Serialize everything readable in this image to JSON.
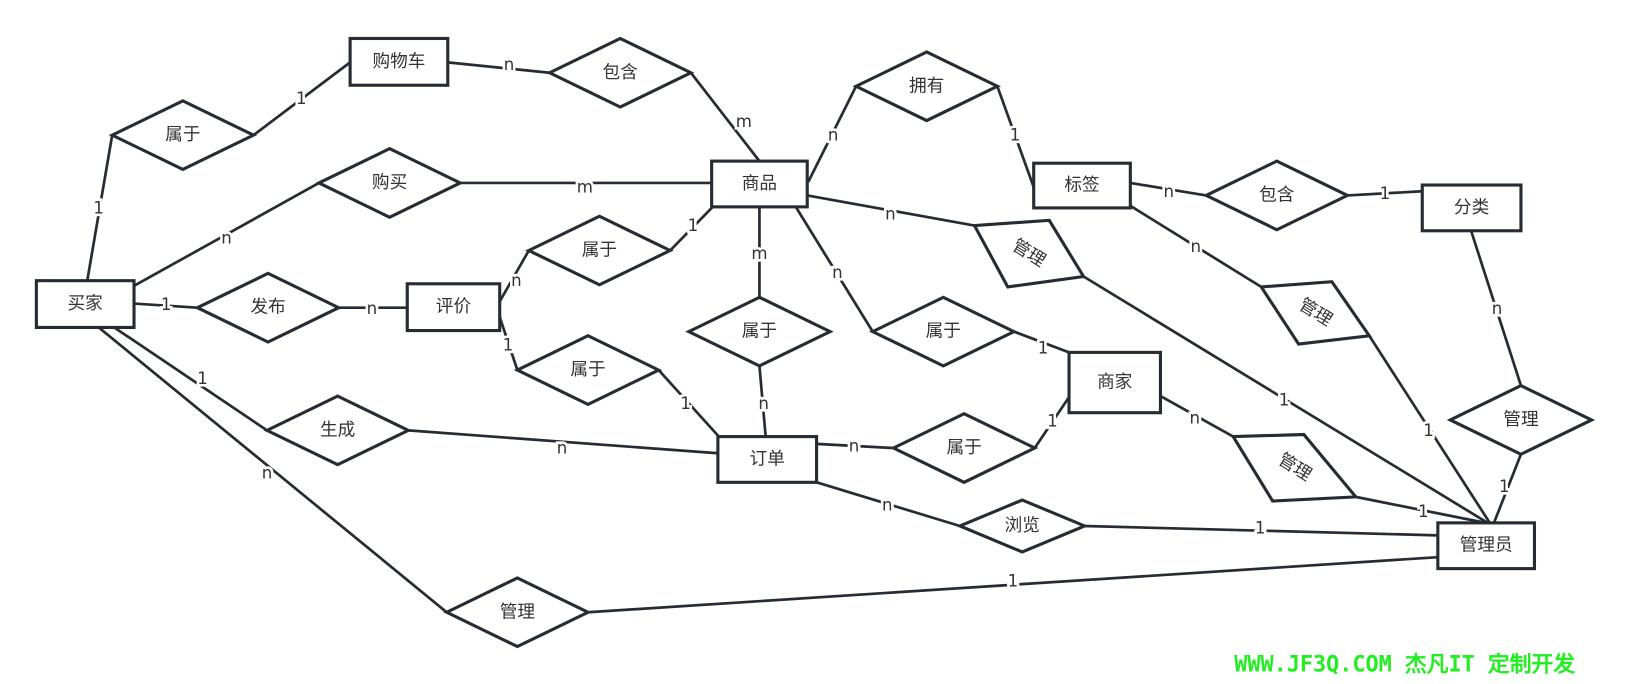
{
  "diagram": {
    "type": "er-diagram",
    "entities": [
      "购物车",
      "商品",
      "买家",
      "评价",
      "标签",
      "分类",
      "商家",
      "订单",
      "管理员"
    ],
    "relationships": [
      "属于",
      "包含",
      "购买",
      "发布",
      "属于",
      "属于",
      "生成",
      "管理",
      "属于",
      "拥有",
      "属于",
      "属于",
      "浏览",
      "包含",
      "管理",
      "管理",
      "管理",
      "管理"
    ],
    "cardinalities": [
      "1",
      "1",
      "n",
      "m",
      "n",
      "m",
      "1",
      "n",
      "n",
      "1",
      "1",
      "1",
      "m",
      "n",
      "1",
      "n",
      "n",
      "1",
      "n",
      "1",
      "n",
      "1",
      "n",
      "1",
      "n",
      "1",
      "n",
      "1",
      "n",
      "1",
      "n",
      "1",
      "n",
      "1",
      "n",
      "1"
    ],
    "watermark": "WWW.JF3Q.COM 杰凡IT  定制开发",
    "footer": "WWW.JF3Q.COM 杰凡IT  定制开发"
  },
  "colors": {
    "stroke": "#272c33",
    "footer": "#22ee22",
    "watermark": "#d6d6d6"
  }
}
